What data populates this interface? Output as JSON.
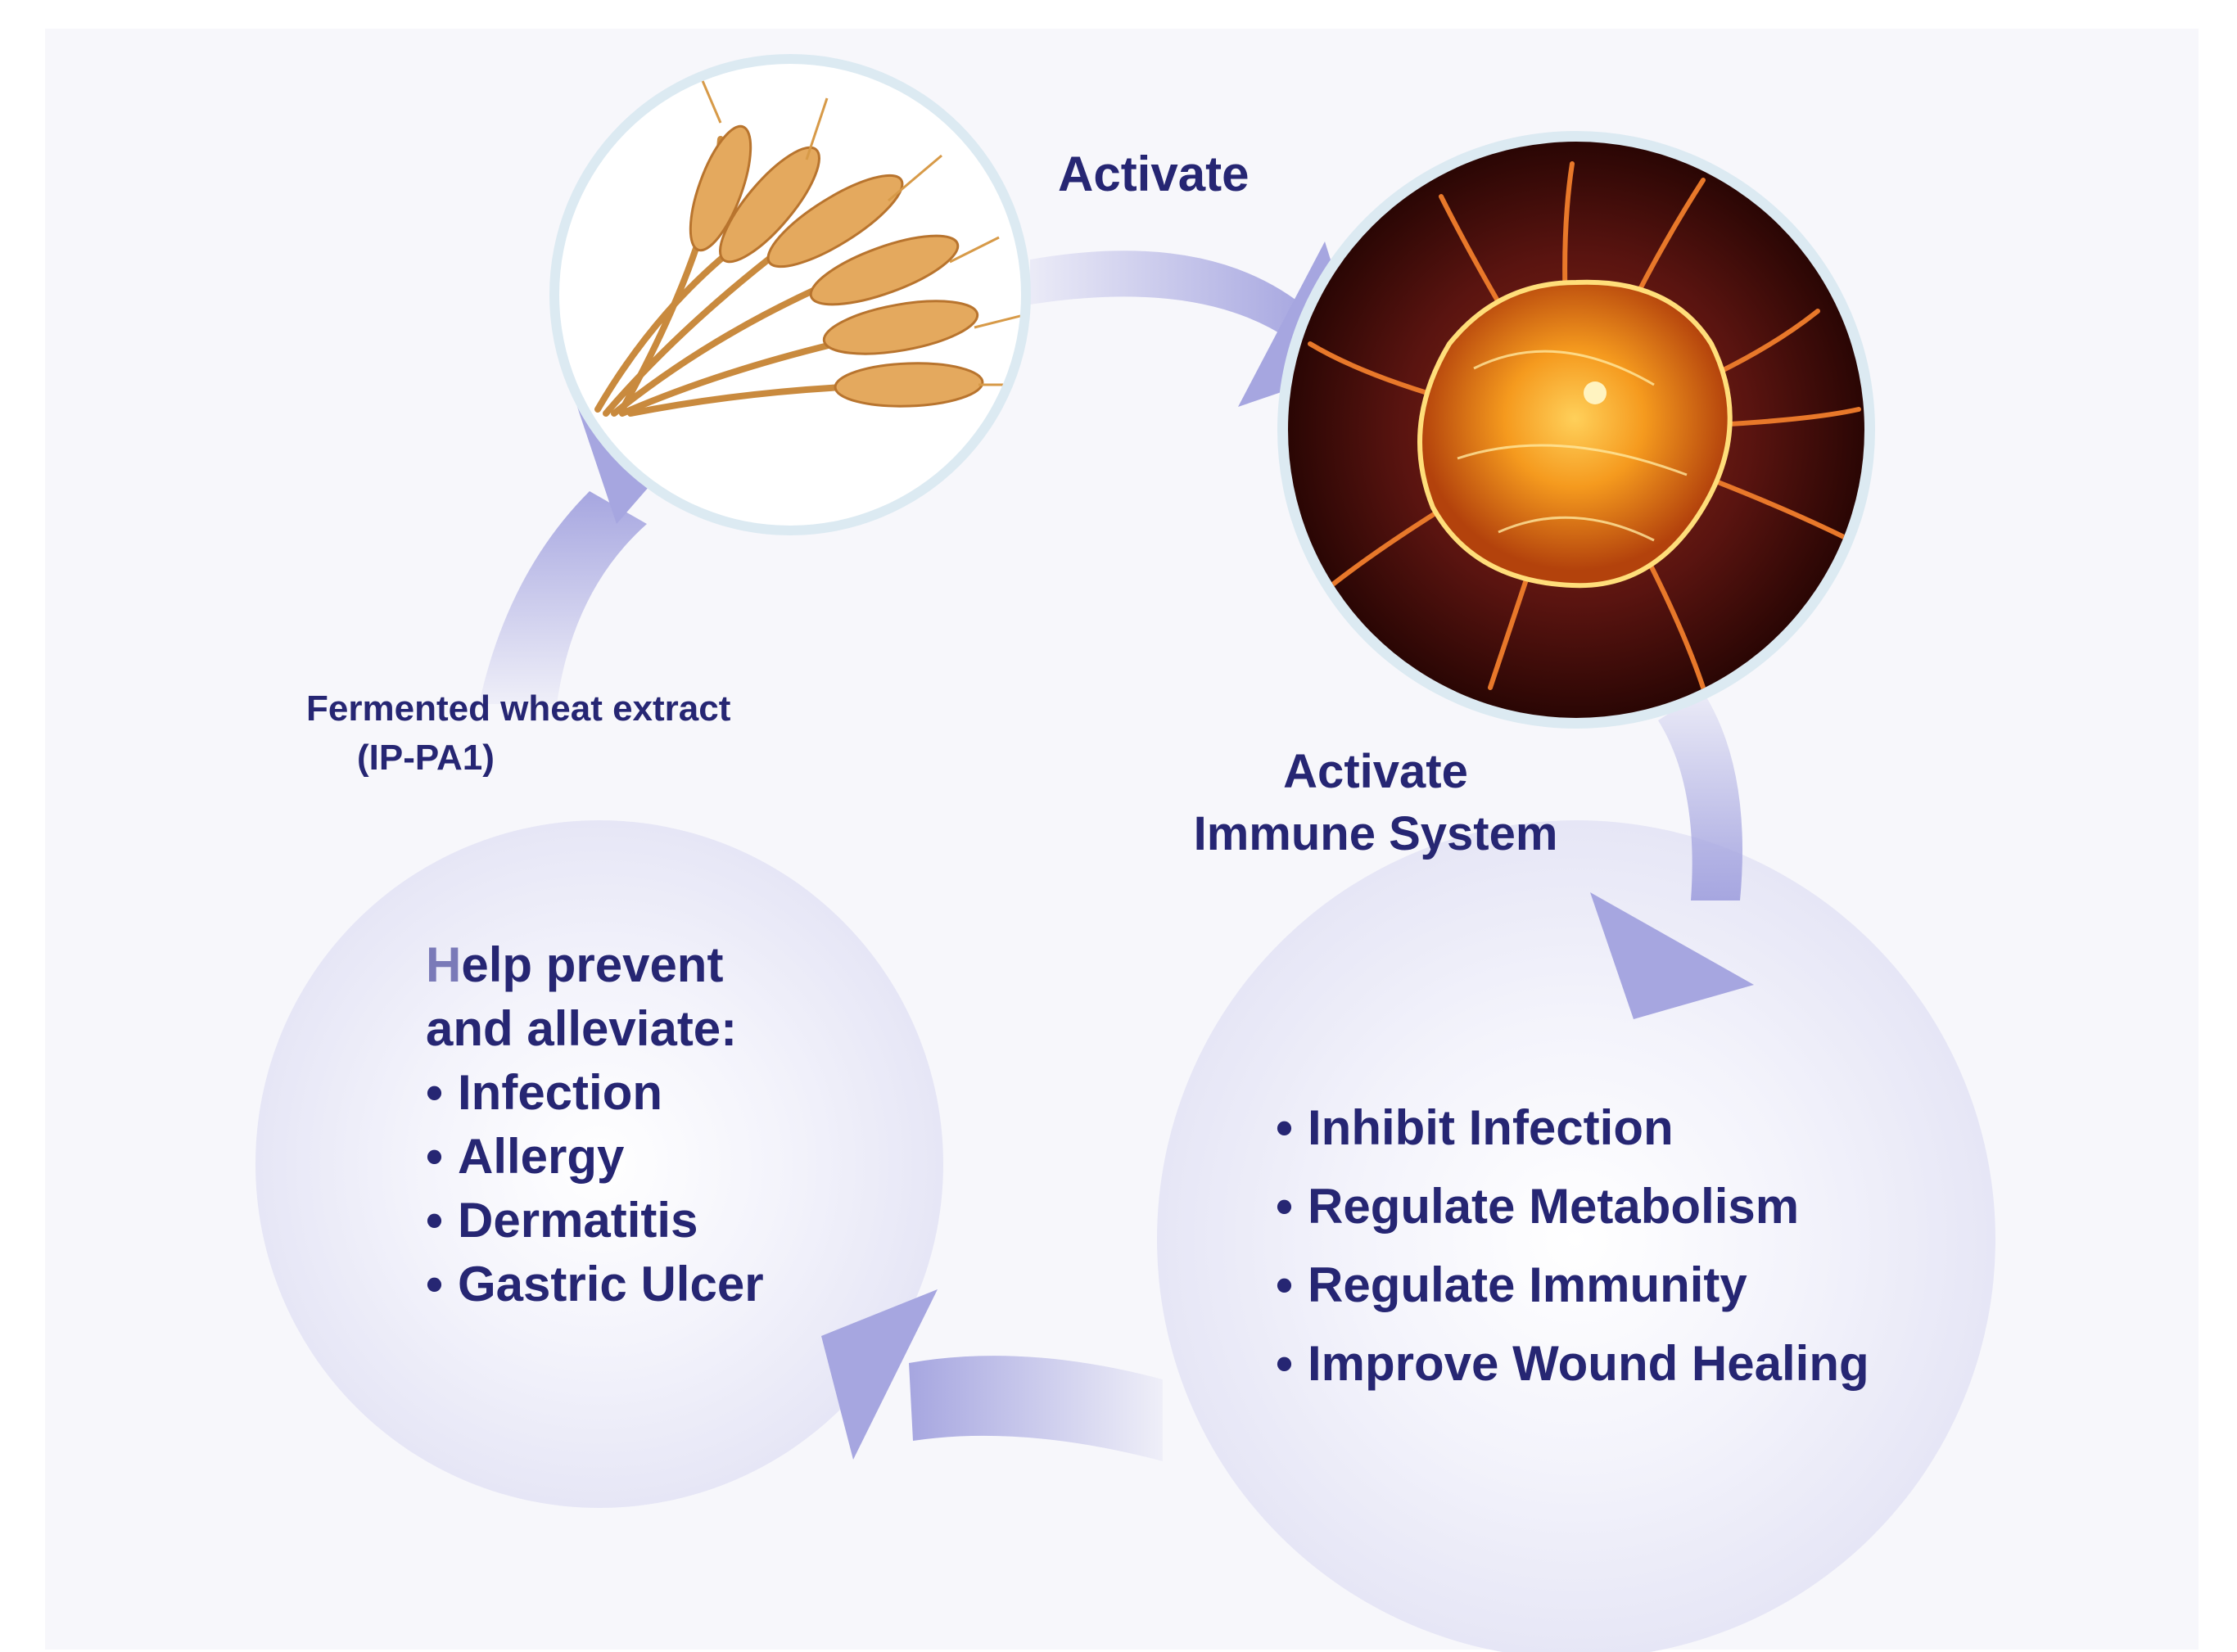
{
  "top_arrow_label": "Activate",
  "immune_label": {
    "line1": "Activate",
    "line2": "Immune System"
  },
  "extract_label": {
    "line1": "Fermented wheat extract",
    "line2": "(IP-PA1)"
  },
  "help_block": {
    "heading_first_letter": "H",
    "heading_line1_rest": "elp prevent",
    "heading_line2": "and alleviate:",
    "items": [
      "Infection",
      "Allergy",
      "Dermatitis",
      "Gastric Ulcer"
    ]
  },
  "effects": [
    "Inhibit Infection",
    "Regulate Metabolism",
    "Regulate Immunity",
    "Improve Wound Healing"
  ],
  "colors": {
    "text": "#262673",
    "arrow": "#a6a6e0",
    "circle_fill": "#e9e9f7",
    "circle_ring": "#dceaf2"
  },
  "icons": [
    "wheat-image",
    "immune-cell-image"
  ]
}
